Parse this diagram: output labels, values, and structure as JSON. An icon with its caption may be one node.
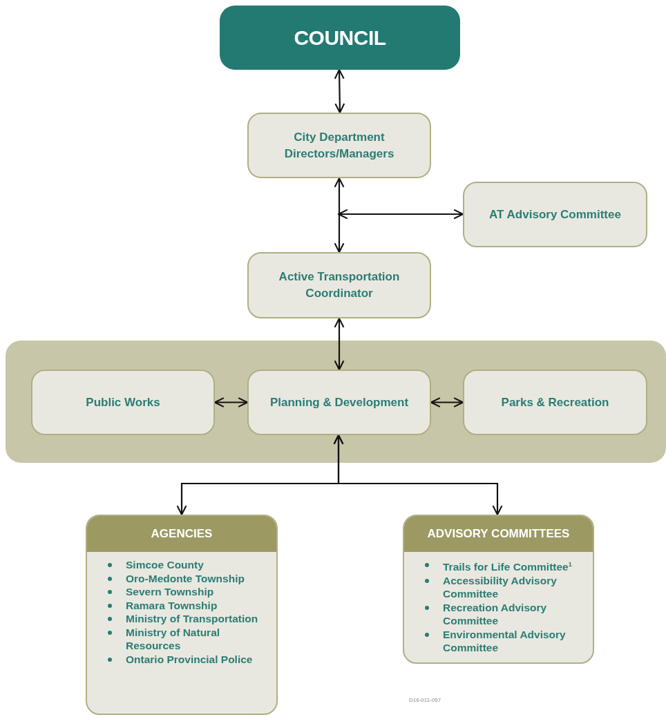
{
  "diagram": {
    "nodes": [
      {
        "text": [
          "COUNCIL"
        ]
      },
      {
        "text": [
          "City Department Directors/Managers"
        ]
      },
      {
        "text": [
          "AT Advisory Committee"
        ]
      },
      {
        "text": [
          "Active Transportation Coordinator"
        ]
      },
      {
        "text": [],
        "shape": "box"
      },
      {
        "text": [
          "Public Works"
        ],
        "in": 4
      },
      {
        "text": [
          "Planning & Development"
        ],
        "in": 4
      },
      {
        "text": [
          "Parks & Recreation"
        ],
        "in": 4
      },
      {
        "text": [
          "AGENCIES",
          "Simcoe County",
          "Oro-Medonte Township",
          "Severn Township",
          "Ramara Township",
          "Ministry of Transportation",
          "Ministry of Natural Resources",
          "Ontario Provincial Police"
        ]
      },
      {
        "text": [
          "ADVISORY COMMITTEES",
          "Trails for Life Committee$^{1}$",
          "Accessibility Advisory Committee",
          "Recreation Advisory Committee",
          "Environmental Advisory Committee"
        ]
      }
    ],
    "edges": [
      {
        "from": 0,
        "to": 1,
        "arrow": "both"
      },
      {
        "from": 1,
        "to": 3,
        "arrow": "both"
      },
      {
        "from": null,
        "to": 2,
        "arrow": "both"
      },
      {
        "from": 3,
        "to": 6,
        "arrow": "both"
      },
      {
        "from": 5,
        "to": 6,
        "arrow": "both"
      },
      {
        "from": 6,
        "to": 7,
        "arrow": "both"
      },
      {
        "from": 6,
        "to": 8,
        "arrow": "both"
      },
      {
        "from": 6,
        "to": 9,
        "arrow": "both"
      }
    ],
    "labels": [
      "D16-011-057"
    ]
  }
}
